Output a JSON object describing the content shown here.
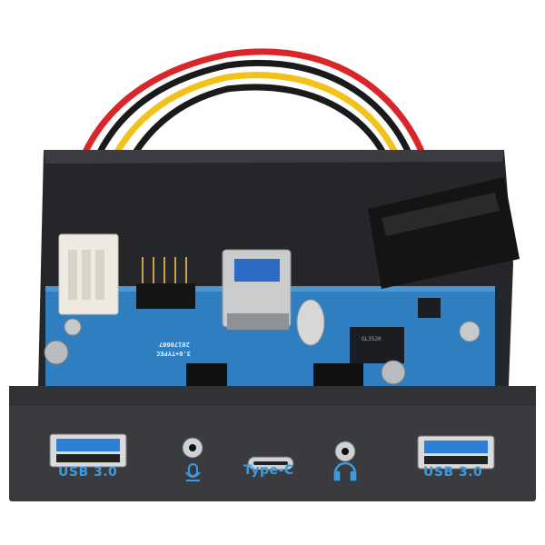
{
  "product": {
    "front_panel": {
      "left_port_label": "USB 3.0",
      "center_port_label": "Type-C",
      "right_port_label": "USB 3.0",
      "mic_icon": "microphone-icon",
      "headphone_icon": "headphones-icon"
    },
    "pcb": {
      "model_text": "3.0+TYPEC",
      "date_text": "20170607",
      "chip_text": "GL3520"
    },
    "colors": {
      "panel": "#3a3b3f",
      "pcb": "#2f7fc0",
      "label_blue": "#3a9be0",
      "wire_red": "#d8262a",
      "wire_yellow": "#f2c21a",
      "wire_black": "#1a1a1a"
    }
  }
}
